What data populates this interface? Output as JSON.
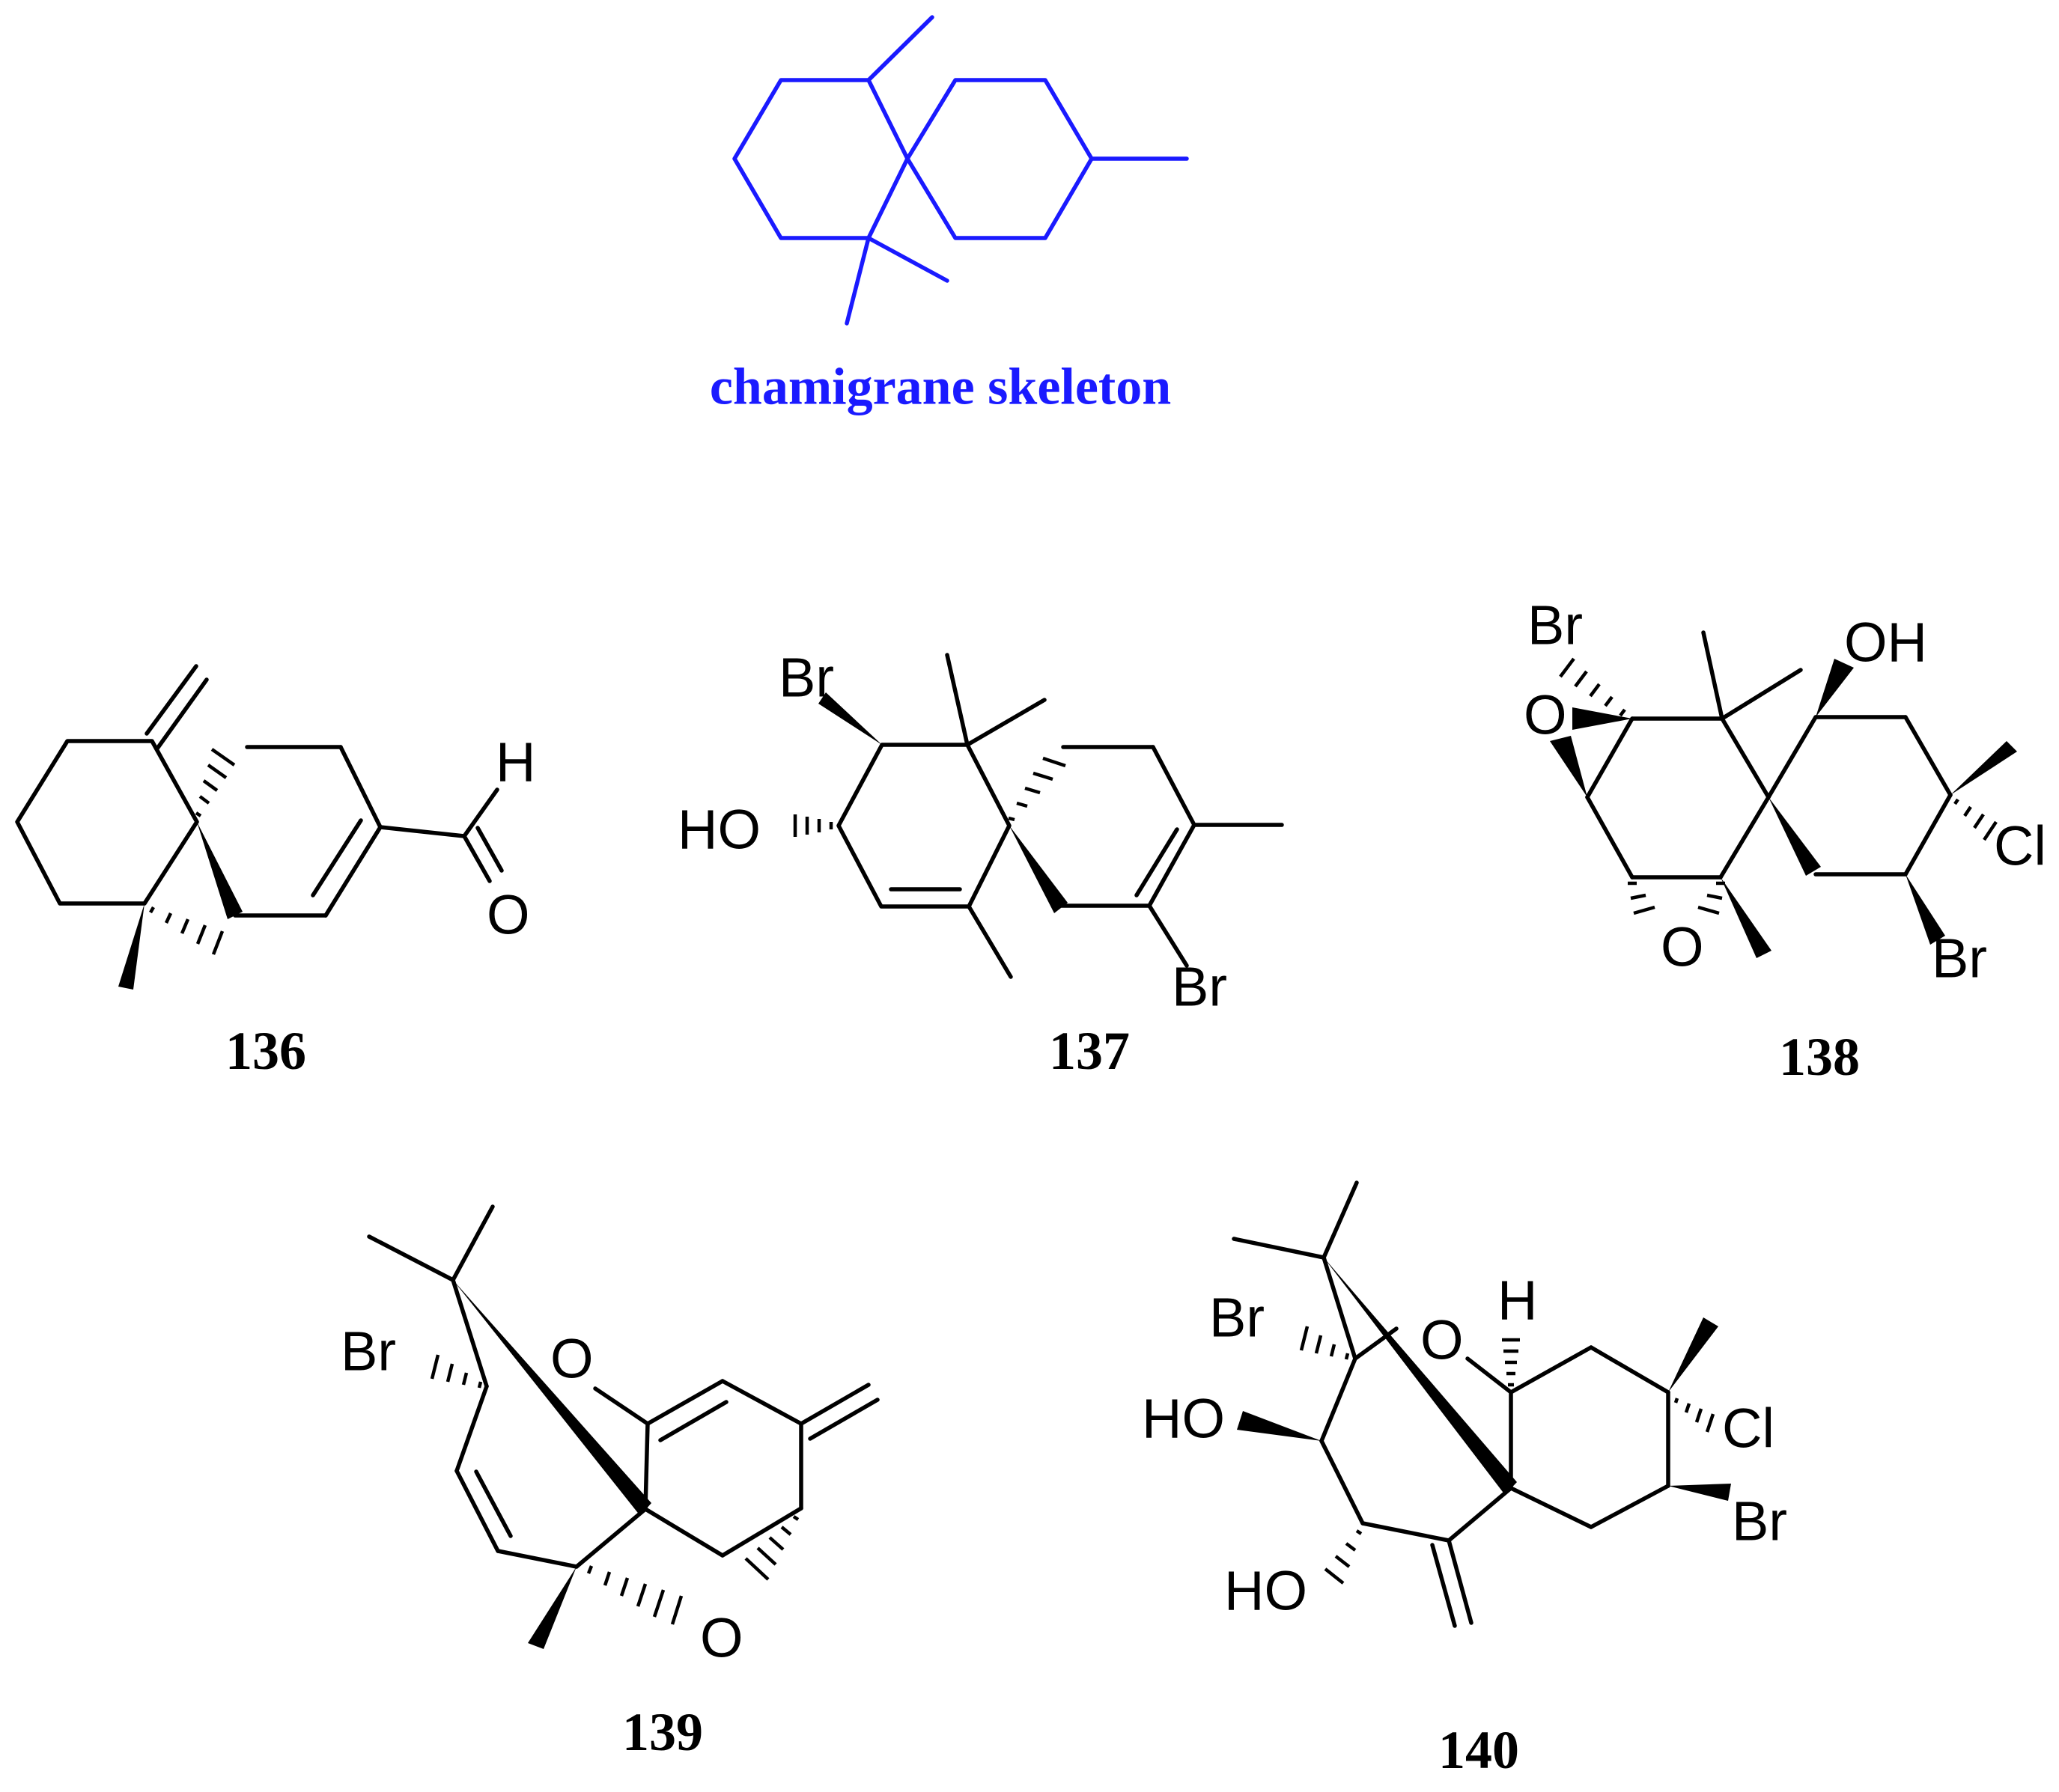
{
  "colors": {
    "skeleton": "#1a1aff",
    "structures": "#000000"
  },
  "skeleton": {
    "label": "chamigrane skeleton"
  },
  "compounds": [
    {
      "id": "136",
      "atoms": [
        "H",
        "O"
      ]
    },
    {
      "id": "137",
      "atoms": [
        "Br",
        "HO",
        "Br"
      ]
    },
    {
      "id": "138",
      "atoms": [
        "Br",
        "OH",
        "O",
        "O",
        "Cl",
        "Br"
      ]
    },
    {
      "id": "139",
      "atoms": [
        "Br",
        "O",
        "O"
      ]
    },
    {
      "id": "140",
      "atoms": [
        "H",
        "Br",
        "O",
        "HO",
        "HO",
        "Cl",
        "Br"
      ]
    }
  ]
}
